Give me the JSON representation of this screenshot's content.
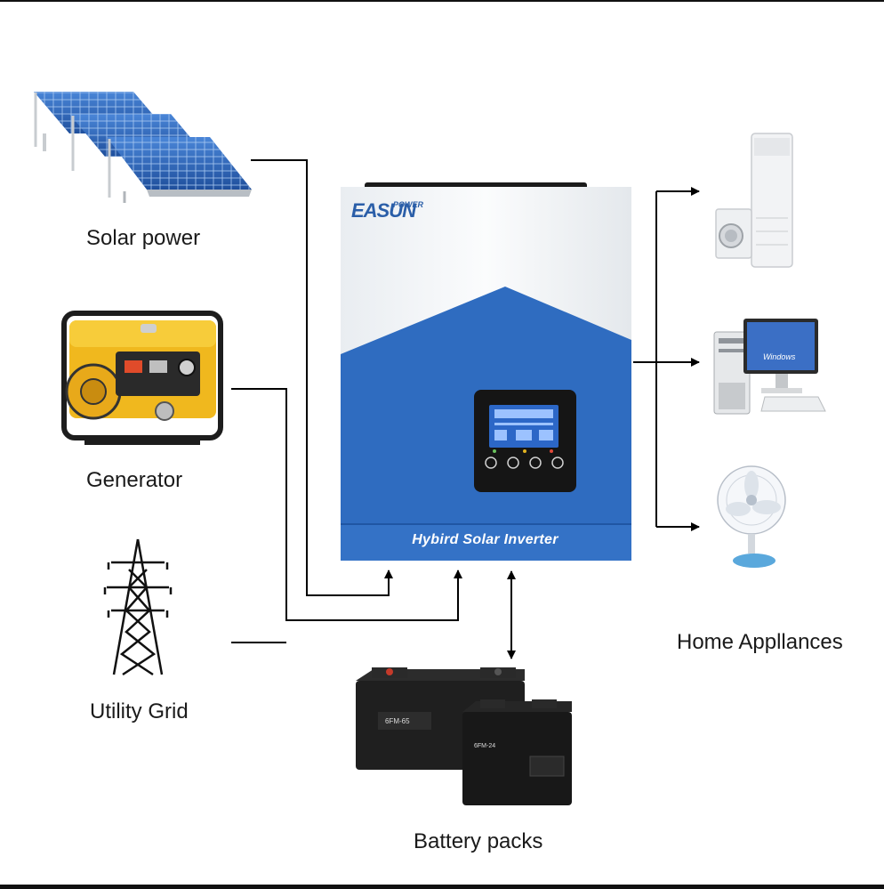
{
  "sources": {
    "solar": "Solar power",
    "generator": "Generator",
    "grid": "Utility Grid"
  },
  "inverter": {
    "brand": "EASUN",
    "brand_sub": "POWER",
    "title": "Hybird Solar Inverter"
  },
  "battery": {
    "label": "Battery packs",
    "big_model": "6FM-65",
    "small_model": "6FM-24"
  },
  "loads": {
    "label": "Home Appllances",
    "screen_text": "Windows"
  },
  "colors": {
    "inverter_blue": "#2f6cc0",
    "inverter_white": "#f4f6f8",
    "wire": "#000000"
  },
  "icons": [
    "solar-panel-icon",
    "generator-icon",
    "transmission-tower-icon",
    "air-conditioner-icon",
    "washing-machine-icon",
    "desktop-computer-icon",
    "fan-icon",
    "battery-icon"
  ]
}
